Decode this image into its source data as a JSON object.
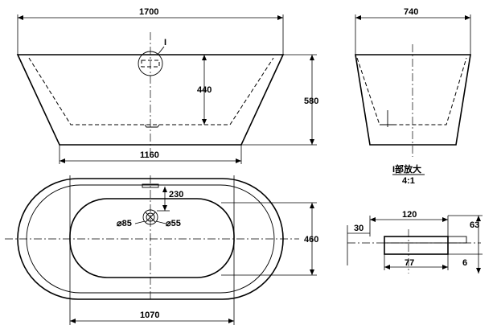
{
  "front_view": {
    "overall_length": "1700",
    "height": "580",
    "inner_depth": "440",
    "base_length": "1160",
    "detail_marker": "I"
  },
  "side_view": {
    "width": "740"
  },
  "top_view": {
    "inner_width_offset": "230",
    "drain_diameter": "⌀85",
    "overflow_diameter": "⌀55",
    "width": "460",
    "inner_length": "1070"
  },
  "detail_view": {
    "title": "I部放大",
    "scale": "4:1",
    "length": "120",
    "depth": "30",
    "height": "63",
    "inner_length": "77",
    "thickness": "6"
  }
}
